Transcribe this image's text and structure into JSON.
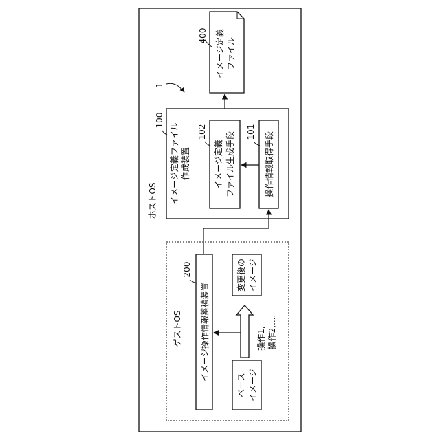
{
  "labels": {
    "host_os": "ホストOS",
    "guest_os": "ゲストOS",
    "system_ref": "1",
    "file_creator": {
      "ref": "100",
      "line1": "イメージ定義ファイル",
      "line2": "作成装置"
    },
    "file_generator": {
      "ref": "102",
      "line1": "イメージ定義",
      "line2": "ファイル生成手段"
    },
    "op_acquirer": {
      "ref": "101",
      "text": "操作情報取得手段"
    },
    "definition_file": {
      "ref": "400",
      "line1": "イメージ定義",
      "line2": "ファイル"
    },
    "accumulator": {
      "ref": "200",
      "text": "イメージ操作情報蓄積装置"
    },
    "changed_image": {
      "line1": "変更後の",
      "line2": "イメージ"
    },
    "operations": {
      "line1": "操作1,",
      "line2": "操作2,...."
    },
    "base_image": {
      "line1": "ベース",
      "line2": "イメージ"
    }
  }
}
